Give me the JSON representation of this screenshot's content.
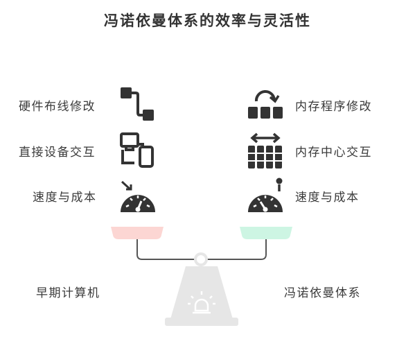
{
  "title": "冯诺依曼体系的效率与灵活性",
  "left": {
    "name": "早期计算机",
    "items": [
      {
        "label": "硬件布线修改",
        "icon": "wiring-icon"
      },
      {
        "label": "直接设备交互",
        "icon": "devices-icon"
      },
      {
        "label": "速度与成本",
        "icon": "gauge-icon"
      }
    ],
    "pan_color": "#fcd6d3"
  },
  "right": {
    "name": "冯诺依曼体系",
    "items": [
      {
        "label": "内存程序修改",
        "icon": "memory-rotate-icon"
      },
      {
        "label": "内存中心交互",
        "icon": "memory-bank-icon"
      },
      {
        "label": "速度与成本",
        "icon": "gauge-icon"
      }
    ],
    "pan_color": "#cdf5e3"
  },
  "colors": {
    "icon": "#333333",
    "beam": "#555555",
    "stand": "#e6e6e6"
  }
}
